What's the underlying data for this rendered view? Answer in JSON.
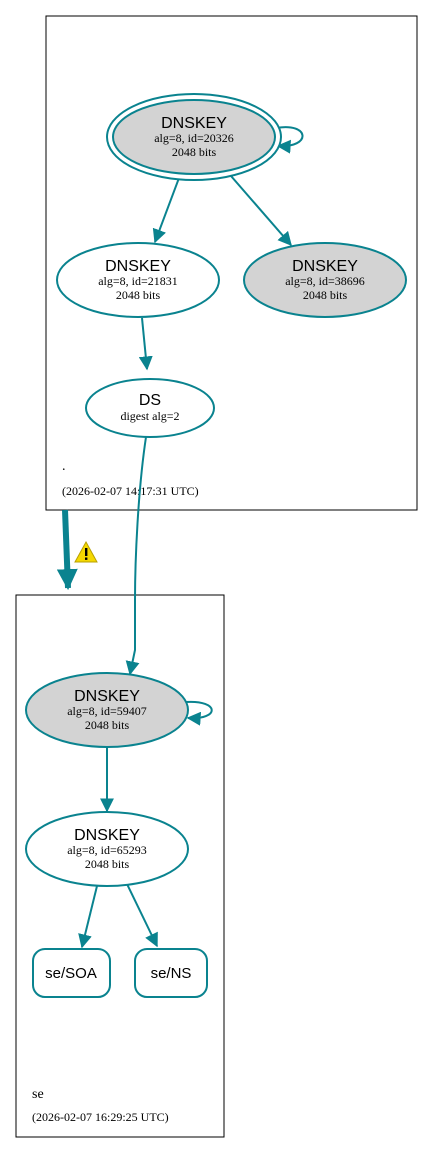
{
  "colors": {
    "edge": "#0a838f",
    "node_fill_gray": "#d3d3d3",
    "node_fill_white": "#ffffff",
    "warning": "#f5d800"
  },
  "root_zone": {
    "name": ".",
    "timestamp": "(2026-02-07 14:17:31 UTC)",
    "ksk": {
      "type": "DNSKEY",
      "detail": "alg=8, id=20326",
      "bits": "2048 bits"
    },
    "zsk": {
      "type": "DNSKEY",
      "detail": "alg=8, id=21831",
      "bits": "2048 bits"
    },
    "standby": {
      "type": "DNSKEY",
      "detail": "alg=8, id=38696",
      "bits": "2048 bits"
    },
    "ds": {
      "type": "DS",
      "detail": "digest alg=2"
    }
  },
  "se_zone": {
    "name": "se",
    "timestamp": "(2026-02-07 16:29:25 UTC)",
    "ksk": {
      "type": "DNSKEY",
      "detail": "alg=8, id=59407",
      "bits": "2048 bits"
    },
    "zsk": {
      "type": "DNSKEY",
      "detail": "alg=8, id=65293",
      "bits": "2048 bits"
    },
    "soa": "se/SOA",
    "ns": "se/NS"
  },
  "warning_icon": "warning-triangle-icon"
}
